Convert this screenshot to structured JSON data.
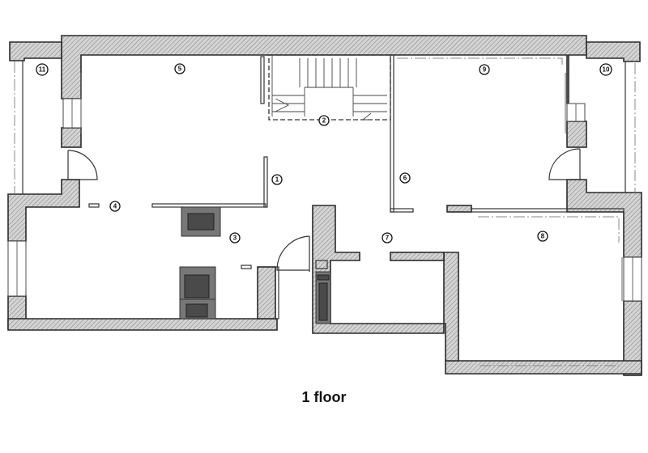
{
  "caption": "1 floor",
  "room_markers": [
    {
      "id": "room-1",
      "label": "1"
    },
    {
      "id": "room-2",
      "label": "2"
    },
    {
      "id": "room-3",
      "label": "3"
    },
    {
      "id": "room-4",
      "label": "4"
    },
    {
      "id": "room-5",
      "label": "5"
    },
    {
      "id": "room-6",
      "label": "6"
    },
    {
      "id": "room-7",
      "label": "7"
    },
    {
      "id": "room-8",
      "label": "8"
    },
    {
      "id": "room-9",
      "label": "9"
    },
    {
      "id": "room-10",
      "label": "10"
    },
    {
      "id": "room-11",
      "label": "11"
    }
  ]
}
